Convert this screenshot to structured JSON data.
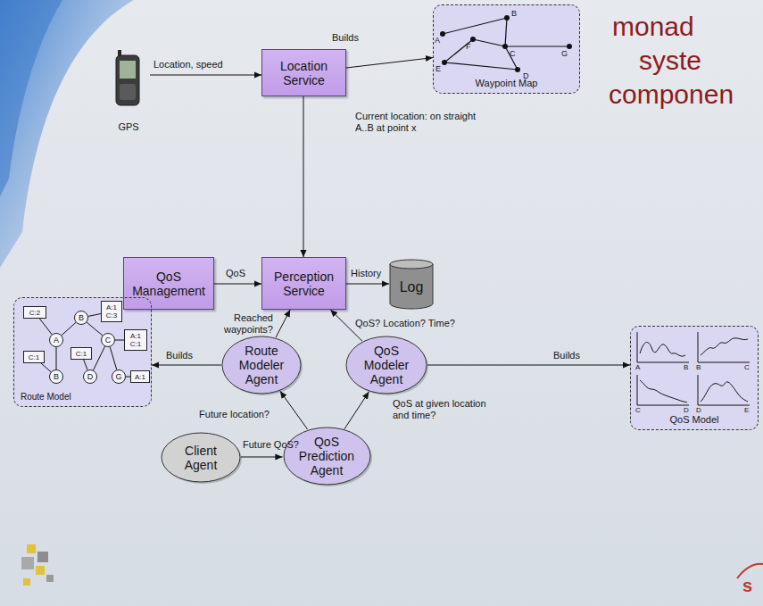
{
  "diagram": {
    "nodes": [
      {
        "text": [
          "Waypoint Map"
        ]
      },
      {
        "text": [
          "GPS"
        ]
      },
      {
        "text": [
          "Location Service"
        ]
      },
      {
        "text": [
          "QoS Management"
        ]
      },
      {
        "text": [
          "Perception Service"
        ]
      },
      {
        "text": [
          "Log"
        ]
      },
      {
        "text": [
          "Route Model"
        ]
      },
      {
        "text": [
          "B"
        ],
        "in": 6
      },
      {
        "text": [
          "A:1 C:3"
        ],
        "in": 6
      },
      {
        "text": [
          "C:2"
        ],
        "in": 6
      },
      {
        "text": [
          "A"
        ],
        "in": 6
      },
      {
        "text": [
          "C"
        ],
        "in": 6
      },
      {
        "text": [
          "A:1 C:1"
        ],
        "in": 6
      },
      {
        "text": [
          "C:1"
        ],
        "in": 6
      },
      {
        "text": [
          "C:1"
        ],
        "in": 6
      },
      {
        "text": [
          "B"
        ],
        "in": 6
      },
      {
        "text": [
          "D"
        ],
        "in": 6
      },
      {
        "text": [
          "G"
        ],
        "in": 6
      },
      {
        "text": [
          "A:1"
        ],
        "in": 6
      },
      {
        "text": [
          "Route Modeler Agent"
        ]
      },
      {
        "text": [
          "QoS Modeler Agent"
        ]
      },
      {
        "text": [
          "QoS Model"
        ]
      },
      {
        "text": [
          "Client Agent"
        ]
      },
      {
        "text": [
          "QoS Prediction Agent"
        ]
      }
    ],
    "edges": [
      {
        "from": 1,
        "to": 2,
        "label": "Location, speed",
        "arrow": "to"
      },
      {
        "from": 2,
        "to": 0,
        "label": "Builds",
        "arrow": "to"
      },
      {
        "from": 2,
        "to": 4,
        "label": "Current location: on straight A..B at point x",
        "arrow": "to"
      },
      {
        "from": 3,
        "to": 4,
        "label": "QoS",
        "arrow": "to"
      },
      {
        "from": 4,
        "to": 5,
        "label": "History",
        "arrow": "to"
      },
      {
        "from": 19,
        "to": 4,
        "label": "Reached waypoints?",
        "arrow": "to"
      },
      {
        "from": 20,
        "to": 4,
        "label": "QoS? Location? Time?",
        "arrow": "to"
      },
      {
        "from": 19,
        "to": 6,
        "label": "Builds",
        "arrow": "to"
      },
      {
        "from": 20,
        "to": 21,
        "label": "Builds",
        "arrow": "to"
      },
      {
        "from": 23,
        "to": 19,
        "label": "Future location?",
        "arrow": "to"
      },
      {
        "from": 23,
        "to": 20,
        "label": "QoS at given location and time?",
        "arrow": "to"
      },
      {
        "from": 22,
        "to": 23,
        "label": "Future QoS?",
        "arrow": "to"
      },
      {
        "from": 7,
        "to": 8,
        "arrow": "none"
      },
      {
        "from": 7,
        "to": 10,
        "arrow": "none"
      },
      {
        "from": 7,
        "to": 11,
        "arrow": "none"
      },
      {
        "from": 10,
        "to": 9,
        "arrow": "none"
      },
      {
        "from": 10,
        "to": 15,
        "arrow": "none"
      },
      {
        "from": 15,
        "to": 13,
        "arrow": "none"
      },
      {
        "from": 11,
        "to": 12,
        "arrow": "none"
      },
      {
        "from": 11,
        "to": 16,
        "arrow": "none"
      },
      {
        "from": 11,
        "to": 17,
        "arrow": "none"
      },
      {
        "from": 16,
        "to": 14,
        "arrow": "none"
      },
      {
        "from": 17,
        "to": 18,
        "arrow": "none"
      }
    ],
    "labels": [
      "monad",
      "syste",
      "componen",
      "A",
      "B",
      "F",
      "C",
      "G",
      "E",
      "D",
      "A",
      "B",
      "B",
      "C",
      "C",
      "D",
      "D",
      "E",
      "s"
    ]
  }
}
